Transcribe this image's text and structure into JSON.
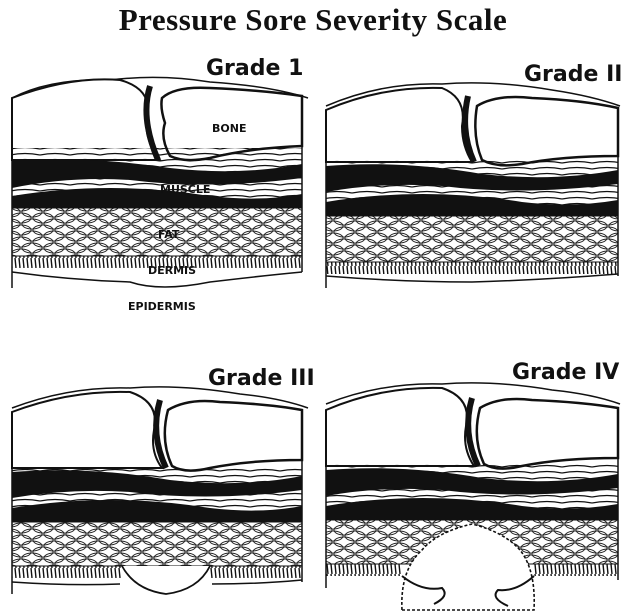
{
  "title": "Pressure Sore Severity Scale",
  "panels": [
    {
      "grade": "Grade 1"
    },
    {
      "grade": "Grade II"
    },
    {
      "grade": "Grade III"
    },
    {
      "grade": "Grade IV"
    }
  ],
  "labels": {
    "bone": "BONE",
    "muscle": "MUSCLE",
    "fat": "FAT",
    "dermis": "DERMIS",
    "epidermis": "EPIDERMIS"
  }
}
